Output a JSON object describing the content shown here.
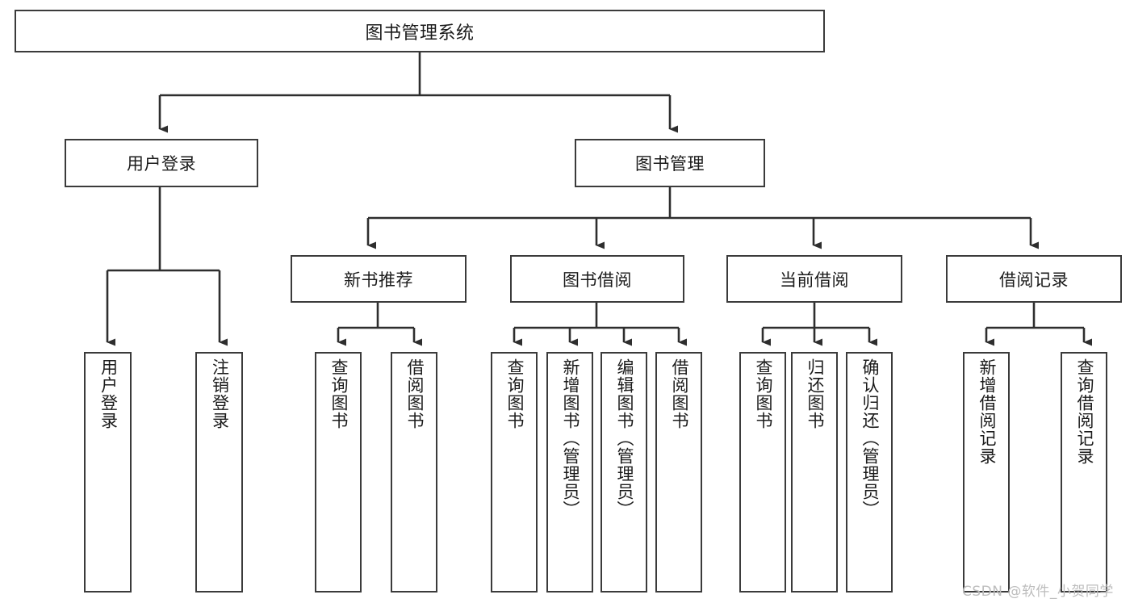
{
  "diagram": {
    "title_node": {
      "label": "图书管理系统"
    },
    "level2": [
      {
        "id": "user-login",
        "label": "用户登录"
      },
      {
        "id": "book-manage",
        "label": "图书管理"
      }
    ],
    "level3": [
      {
        "id": "new-book-recommend",
        "label": "新书推荐"
      },
      {
        "id": "book-borrow",
        "label": "图书借阅"
      },
      {
        "id": "current-borrow",
        "label": "当前借阅"
      },
      {
        "id": "borrow-record",
        "label": "借阅记录"
      }
    ],
    "leaves": [
      {
        "id": "leaf-user-login",
        "label": "用户登录"
      },
      {
        "id": "leaf-logout-login",
        "label": "注销登录"
      },
      {
        "id": "leaf-query-book-1",
        "label": "查询图书"
      },
      {
        "id": "leaf-borrow-book-1",
        "label": "借阅图书"
      },
      {
        "id": "leaf-query-book-2",
        "label": "查询图书"
      },
      {
        "id": "leaf-add-book-admin",
        "label": "新增图书（管理员）"
      },
      {
        "id": "leaf-edit-book-admin",
        "label": "编辑图书（管理员）"
      },
      {
        "id": "leaf-borrow-book-2",
        "label": "借阅图书"
      },
      {
        "id": "leaf-query-book-3",
        "label": "查询图书"
      },
      {
        "id": "leaf-return-book",
        "label": "归还图书"
      },
      {
        "id": "leaf-confirm-return-admin",
        "label": "确认归还（管理员）"
      },
      {
        "id": "leaf-add-borrow-record",
        "label": "新增借阅记录"
      },
      {
        "id": "leaf-query-borrow-record",
        "label": "查询借阅记录"
      }
    ],
    "watermark": "CSDN @软件_小贺同学",
    "colors": {
      "stroke": "#3b3b3b",
      "background": "#ffffff",
      "text": "#1b1b1b",
      "watermark": "#bdbdbd"
    }
  }
}
